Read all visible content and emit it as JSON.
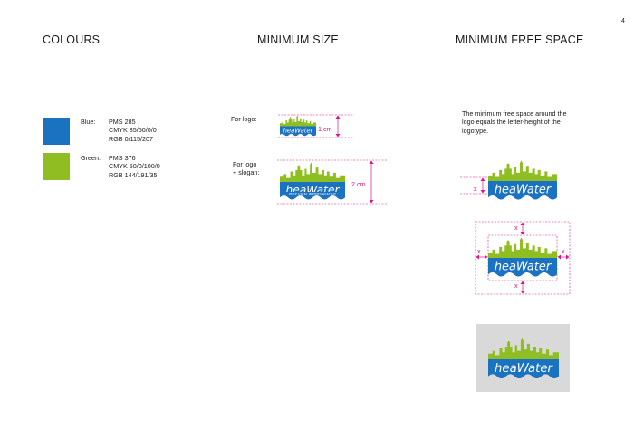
{
  "page_number": "4",
  "headings": {
    "colours": "COLOURS",
    "minimum_size": "MINIMUM SIZE",
    "minimum_free_space": "MINIMUM FREE SPACE"
  },
  "colours": [
    {
      "name": "Blue:",
      "pms": "PMS 285",
      "cmyk": "CMYK 85/50/0/0",
      "rgb": "RGB 0/115/207",
      "hex": "#1a72c0"
    },
    {
      "name": "Green:",
      "pms": "PMS 376",
      "cmyk": "CMYK 50/0/100/0",
      "rgb": "RGB 144/191/35",
      "hex": "#8fbe23"
    }
  ],
  "minimum_size": {
    "logo_label": "For logo:",
    "logo_slogan_label_1": "For logo",
    "logo_slogan_label_2": "+ slogan:",
    "logo_size": "1 cm",
    "slogan_size": "2 cm"
  },
  "logo": {
    "wordmark": "heaWater",
    "slogan": "KEEP LOCAL WATERS HEALTHY"
  },
  "free_space": {
    "description_1": "The minimum free space around the",
    "description_2": "logo equals the letter-height of the",
    "description_3": "logotype.",
    "x_mark": "x"
  },
  "brand_colors": {
    "blue": "#1a72c0",
    "green": "#8fbe23",
    "guide": "#d6168c",
    "grey": "#d9d9d9"
  }
}
